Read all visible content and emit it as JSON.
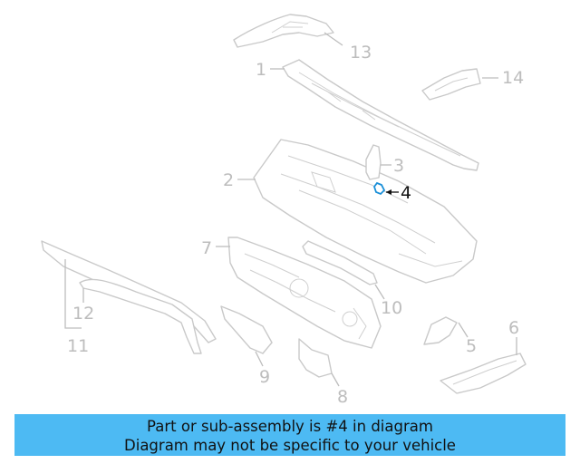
{
  "callouts": {
    "c1": "1",
    "c2": "2",
    "c3": "3",
    "c4": "4",
    "c5": "5",
    "c6": "6",
    "c7": "7",
    "c8": "8",
    "c9": "9",
    "c10": "10",
    "c11": "11",
    "c12": "12",
    "c13": "13",
    "c14": "14"
  },
  "highlight_color": "#1a8fd8",
  "banner": {
    "line1": "Part or sub-assembly is #4 in diagram",
    "line2": "Diagram may not be specific to your vehicle",
    "background": "#4dbaf3"
  }
}
